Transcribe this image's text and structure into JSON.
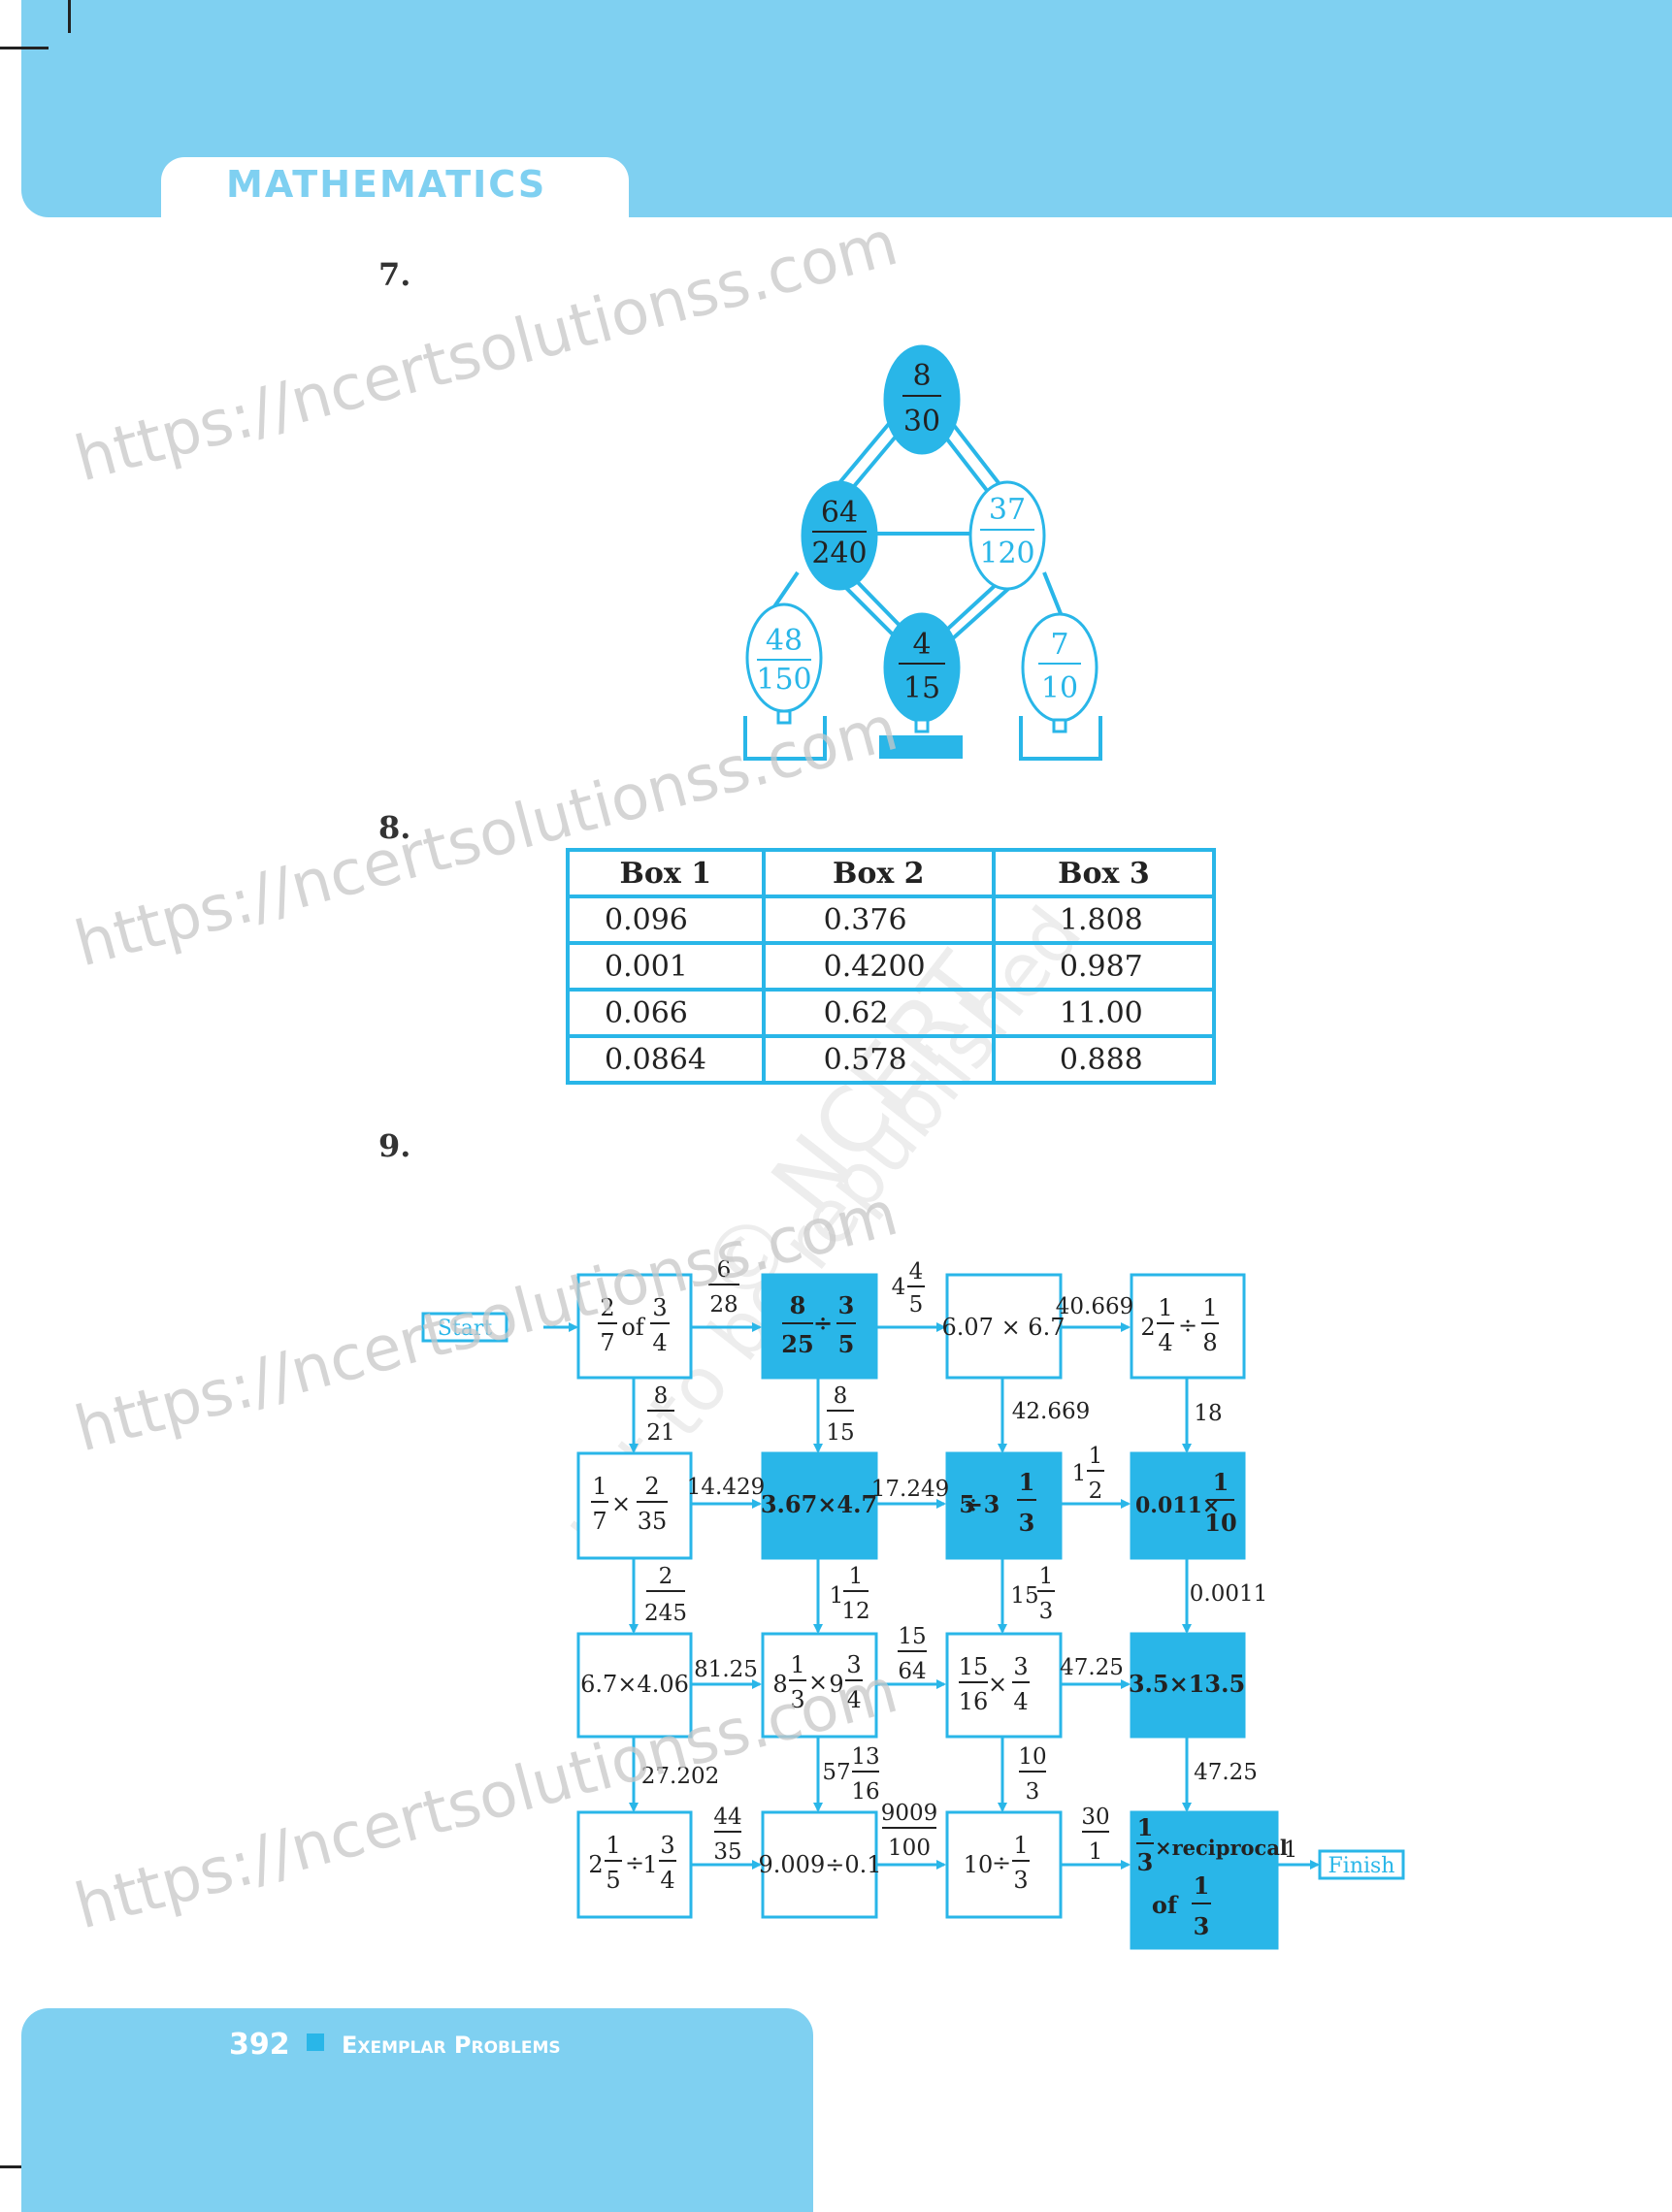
{
  "header": {
    "title": "MATHEMATICS"
  },
  "watermark": {
    "text": "https://ncertsolutionss.com",
    "ncert_text": "© NCERT",
    "republished_text": "not to be republished"
  },
  "q7": {
    "number": "7.",
    "top": {
      "num": "8",
      "den": "30"
    },
    "mid_left": {
      "num": "64",
      "den": "240"
    },
    "mid_right": {
      "num": "37",
      "den": "120"
    },
    "bottom_left": {
      "num": "48",
      "den": "150"
    },
    "bottom_mid": {
      "num": "4",
      "den": "15"
    },
    "bottom_right": {
      "num": "7",
      "den": "10"
    }
  },
  "q8": {
    "number": "8.",
    "headers": [
      "Box 1",
      "Box 2",
      "Box 3"
    ],
    "rows": [
      [
        "0.096",
        "0.376",
        "1.808"
      ],
      [
        "0.001",
        "0.4200",
        "0.987"
      ],
      [
        "0.066",
        "0.62",
        "11.00"
      ],
      [
        "0.0864",
        "0.578",
        "0.888"
      ]
    ]
  },
  "q9": {
    "number": "9.",
    "start": "Start",
    "finish": "Finish",
    "boxes": {
      "r1c2": "6.07 × 6.7",
      "r2c1": "3.67×4.7",
      "r3c0": "6.7×4.06",
      "r3c3": "3.5×13.5",
      "r4c1": "9.009÷0.1",
      "of": "of",
      "div": "÷",
      "times": "×",
      "reciprocal": "×reciprocal",
      "times_prefix": "0.011×"
    },
    "labels": {
      "a1": "40.669",
      "a2": "42.669",
      "a3": "18",
      "a4": "14.429",
      "a5": "17.249",
      "a6": "0.0011",
      "a7": "81.25",
      "a8": "47.25",
      "a9": "27.202",
      "a10": "47.25",
      "a11": "1"
    },
    "numbers": {
      "n2": "2",
      "n3": "3",
      "n4": "4",
      "n7": "7",
      "n1": "1",
      "n5": "5",
      "n8": "8",
      "n9": "9",
      "n25": "25",
      "n35": "35",
      "n10": "10",
      "n15": "15",
      "n16": "16",
      "n6": "6",
      "n28": "28",
      "n21": "21",
      "n12": "12",
      "n245": "245",
      "n64": "64",
      "n13": "13",
      "n57": "57",
      "n44": "44",
      "n9009": "9009",
      "n100": "100",
      "n30": "30"
    }
  },
  "footer": {
    "page": "392",
    "title": "Exemplar Problems"
  },
  "colors": {
    "accent": "#29b6e8",
    "band": "#7fd0f1"
  }
}
